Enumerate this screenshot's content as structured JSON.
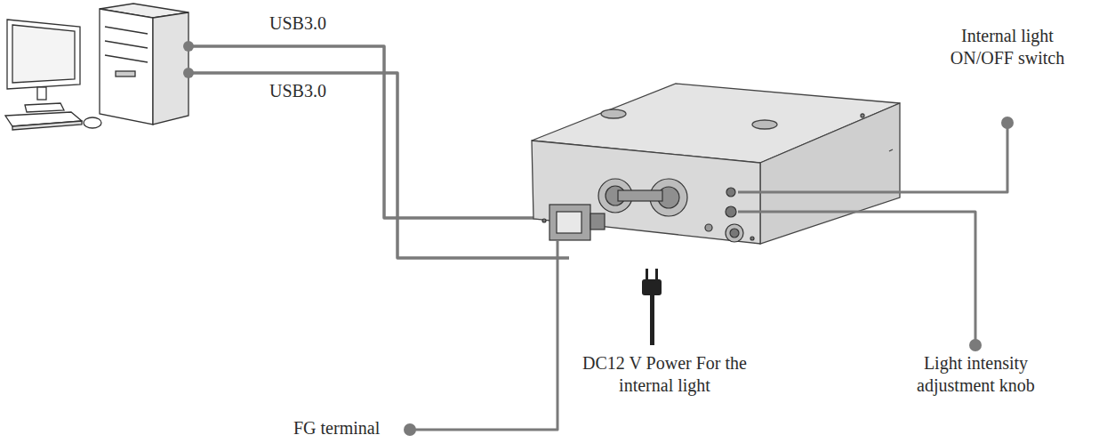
{
  "diagram": {
    "labels": [
      "USB3.0",
      "USB3.0",
      "Internal light ON/OFF switch",
      "Light intensity adjustment knob",
      "DC12 V Power For the internal light",
      "FG terminal"
    ]
  }
}
